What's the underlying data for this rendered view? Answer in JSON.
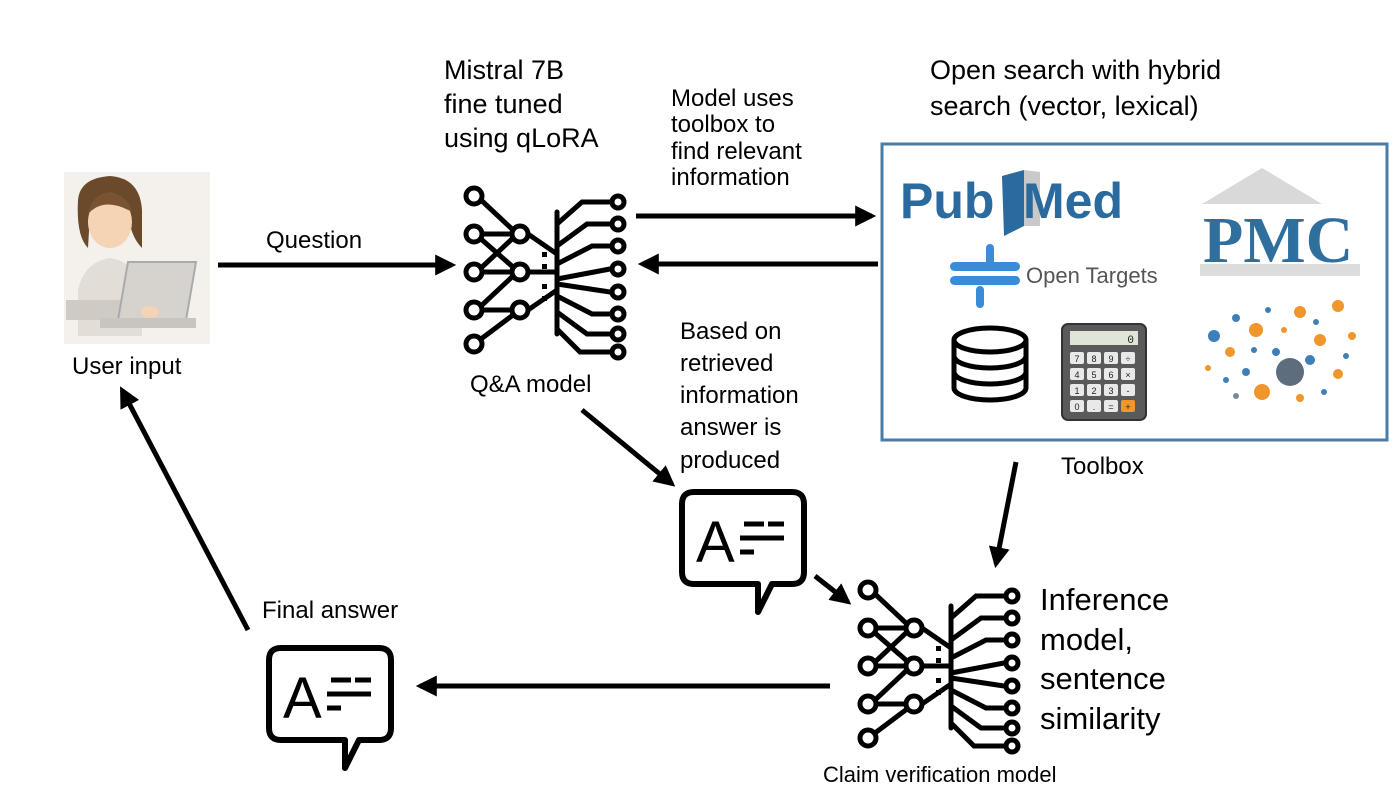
{
  "labels": {
    "user_input": "User input",
    "question": "Question",
    "qa_model_title": "Mistral 7B\nfine tuned\nusing qLoRA",
    "qa_model": "Q&A model",
    "tool_use": "Model uses\ntoolbox to\nfind relevant\ninformation",
    "open_search": "Open search with hybrid\nsearch (vector, lexical)",
    "answer_produced": "Based on\nretrieved\ninformation\nanswer is\nproduced",
    "toolbox": "Toolbox",
    "final_answer": "Final answer",
    "inference_model": "Inference\nmodel,\nsentence\nsimilarity",
    "claim_verification": "Claim verification model"
  },
  "toolbox_logos": {
    "pubmed_part1": "Pub",
    "pubmed_part2": "Med",
    "pmc": "PMC",
    "open_targets": "Open Targets",
    "calculator_display": "0",
    "calculator_keys": [
      "7",
      "8",
      "9",
      "÷",
      "4",
      "5",
      "6",
      "×",
      "1",
      "2",
      "3",
      "-",
      "0",
      ".",
      "=",
      "+"
    ]
  },
  "icons": [
    "user-laptop-icon",
    "neural-network-icon",
    "answer-document-icon",
    "database-icon",
    "calculator-icon",
    "network-graph-icon"
  ],
  "colors": {
    "line": "#000000",
    "toolbox_border": "#4a7ca8",
    "pubmed_blue": "#2b6a9e",
    "pmc_blue": "#2f6f9e",
    "open_targets_blue": "#3a8bd8",
    "network_orange": "#f0962a",
    "network_blue": "#3f7fb8"
  }
}
